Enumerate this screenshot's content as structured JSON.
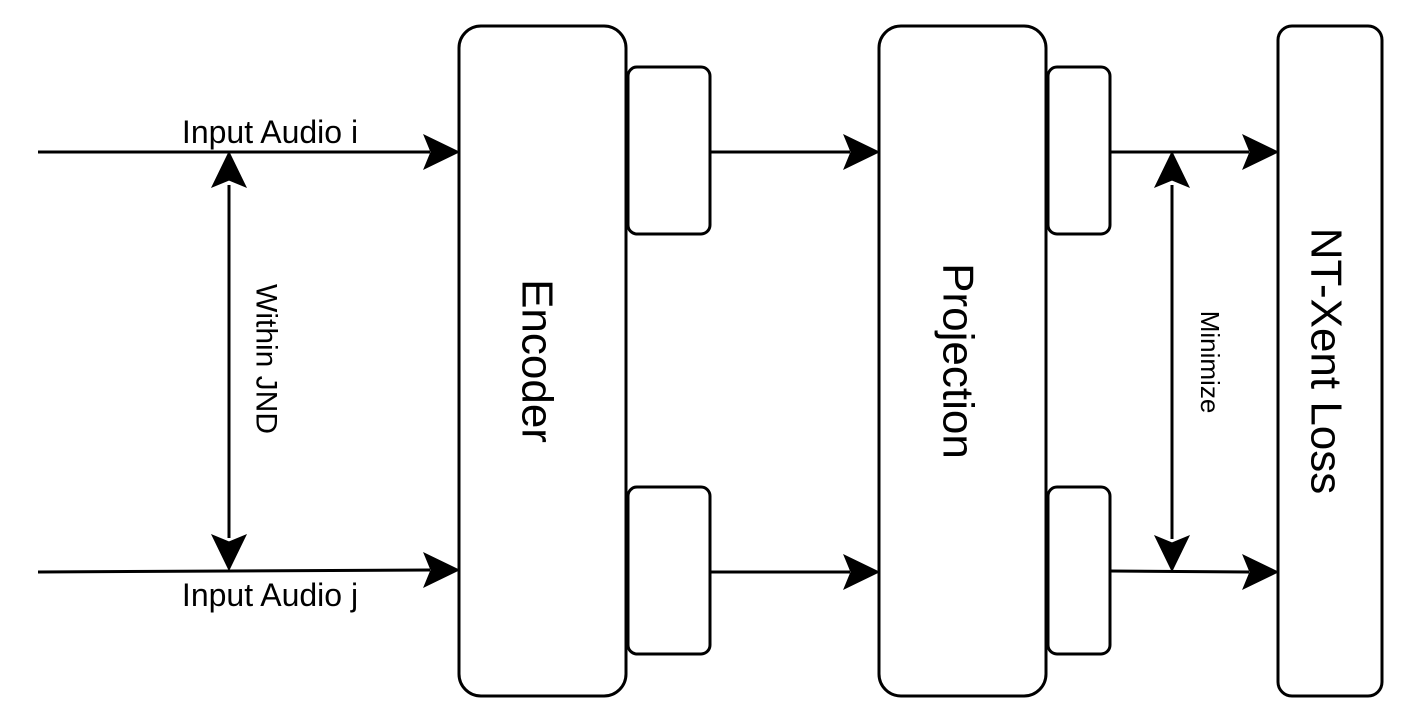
{
  "labels": {
    "input_i": "Input Audio i",
    "input_j": "Input Audio j",
    "jnd": "Within JND",
    "encoder": "Encoder",
    "projection": "Projection",
    "minimize": "Minimize",
    "loss": "NT-Xent Loss"
  },
  "colors": {
    "stroke": "#000000",
    "fill": "#ffffff"
  }
}
